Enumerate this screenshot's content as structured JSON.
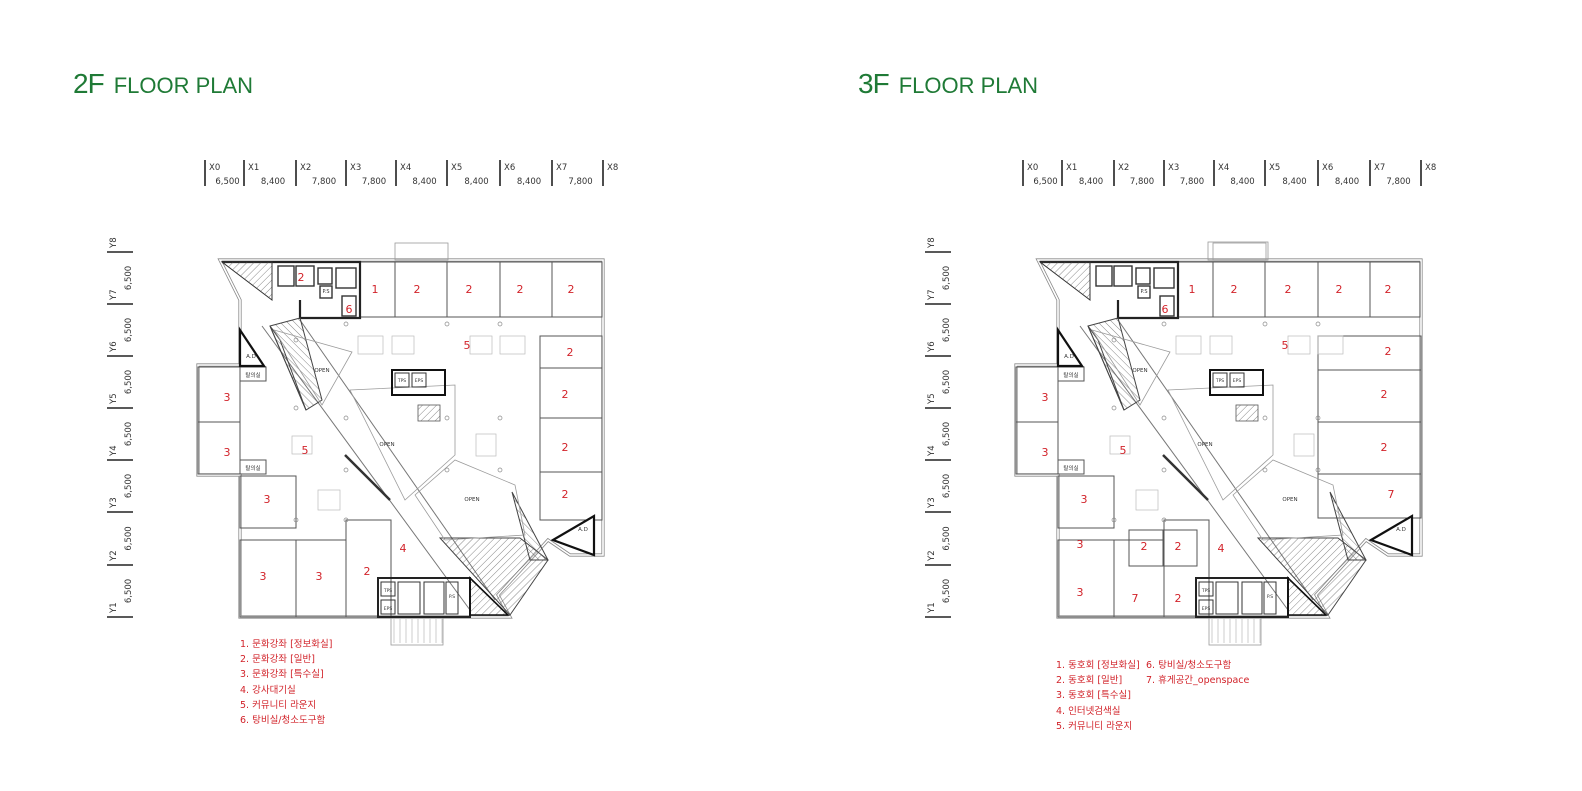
{
  "plans": [
    {
      "id": "2f",
      "level": "2F",
      "subtitle": "FLOOR PLAN",
      "legend": [
        "1. 문화강좌 [정보화실]",
        "2. 문화강좌 [일반]",
        "3. 문화강좌 [특수실]",
        "4. 강사대기실",
        "5. 커뮤니티 라운지",
        "6. 탕비실/청소도구함"
      ]
    },
    {
      "id": "3f",
      "level": "3F",
      "subtitle": "FLOOR PLAN",
      "legend_a": [
        "1. 동호회 [정보화실]",
        "2. 동호회 [일반]",
        "3. 동호회 [특수실]",
        "4. 인터넷검색실",
        "5. 커뮤니티 라운지"
      ],
      "legend_b": [
        "6. 탕비실/청소도구함",
        "7. 휴게공간_openspace"
      ]
    }
  ],
  "grid": {
    "x_axes": [
      "X0",
      "X1",
      "X2",
      "X3",
      "X4",
      "X5",
      "X6",
      "X7",
      "X8"
    ],
    "x_spans": [
      "6,500",
      "8,400",
      "7,800",
      "7,800",
      "8,400",
      "8,400",
      "8,400",
      "7,800"
    ],
    "y_axes": [
      "Y1",
      "Y2",
      "Y3",
      "Y4",
      "Y5",
      "Y6",
      "Y7",
      "Y8"
    ],
    "y_spans": [
      "6,500",
      "6,500",
      "6,500",
      "6,500",
      "6,500",
      "6,500",
      "6,500"
    ]
  },
  "plan_labels": {
    "open": "OPEN",
    "ad": "A.D",
    "tps": "TPS",
    "eps": "EPS",
    "ps": "P.S",
    "locker": "탈의실"
  },
  "room_colors": {
    "number": "#d2232a",
    "title": "#1f7a36",
    "wall": "#222222"
  }
}
